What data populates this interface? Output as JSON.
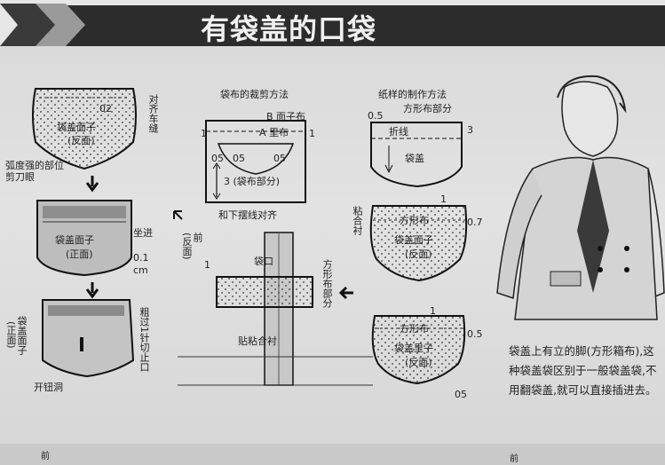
{
  "title": "有袋盖的口袋",
  "left_column": {
    "top_label_1": "对齐车缝",
    "top_inner_1": "02",
    "top_inner_2": "袋盖面子",
    "top_inner_3": "(反面)",
    "side_note": "弧度强的部位剪刀眼",
    "mid_inner_1": "袋盖面子",
    "mid_inner_2": "(正面)",
    "mid_side": "坐进",
    "mid_side_2": "0.1",
    "mid_side_3": "cm",
    "bottom_left": "袋盖面子",
    "bottom_left_2": "(正面)",
    "bottom_right": "粗过1针切止口",
    "bottom_note": "开钮洞"
  },
  "center_column": {
    "heading": "袋布的裁剪方法",
    "b_label": "B 面子布",
    "a_label": "A 里布",
    "n1": "1",
    "n2": "1",
    "n05a": "05",
    "n05b": "05",
    "n05c": "05",
    "inner": "3 (袋布部分)",
    "bottom": "和下摆线对齐",
    "front": "前",
    "front2": "(反面)",
    "mouth": "袋口",
    "one": "1",
    "fabric": "方形布部分",
    "interlining": "贴粘合衬"
  },
  "right_column": {
    "heading": "纸样的制作方法",
    "n05": "0.5",
    "square": "方形布部分",
    "fold": "折线",
    "three": "3",
    "lid": "袋盖",
    "one": "1",
    "n07": "0.7",
    "side": "粘合衬",
    "square2": "方形布",
    "face": "袋盖面子",
    "face2": "(反面)",
    "one2": "1",
    "n05b": "0.5",
    "square3": "方形布",
    "lining": "袋盖里子",
    "lining2": "(反面)",
    "n05c": "05"
  },
  "caption": "袋盖上有立的脚(方形箱布),这种袋盖袋区别于一般袋盖袋,不用翻袋盖,就可以直接插进去。",
  "footer": {
    "left": "前",
    "right": "前"
  }
}
